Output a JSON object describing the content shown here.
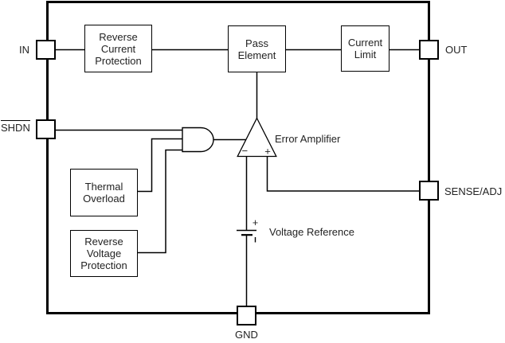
{
  "colors": {
    "background": "#ffffff",
    "line": "#000000",
    "text": "#232323"
  },
  "pins": {
    "in": {
      "label": "IN"
    },
    "shdn": {
      "label": "SHDN",
      "overline": true
    },
    "out": {
      "label": "OUT"
    },
    "sense_adj": {
      "label": "SENSE/ADJ"
    },
    "gnd": {
      "label": "GND"
    }
  },
  "blocks": {
    "reverse_current_protection": {
      "lines": [
        "Reverse",
        "Current",
        "Protection"
      ]
    },
    "pass_element": {
      "lines": [
        "Pass",
        "Element"
      ]
    },
    "current_limit": {
      "lines": [
        "Current",
        "Limit"
      ]
    },
    "thermal_overload": {
      "lines": [
        "Thermal",
        "Overload"
      ]
    },
    "reverse_voltage_protection": {
      "lines": [
        "Reverse",
        "Voltage",
        "Protection"
      ]
    }
  },
  "symbols": {
    "error_amplifier": {
      "label": "Error Amplifier",
      "minus_mark": "−",
      "plus_mark": "+"
    },
    "voltage_reference": {
      "label": "Voltage Reference",
      "plus_mark": "+"
    }
  }
}
